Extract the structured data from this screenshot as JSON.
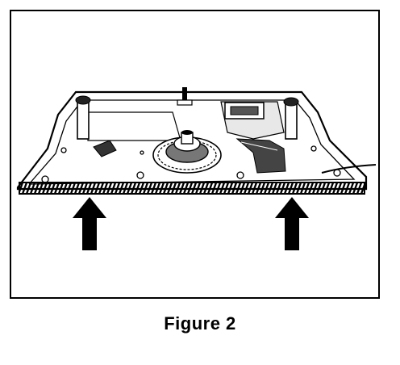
{
  "figure": {
    "caption": "Figure 2",
    "illustration": "device-underside-line-drawing",
    "arrow_count": 2,
    "colors": {
      "ink": "#000000",
      "paper": "#ffffff",
      "shade": "#5a5a5a"
    }
  }
}
